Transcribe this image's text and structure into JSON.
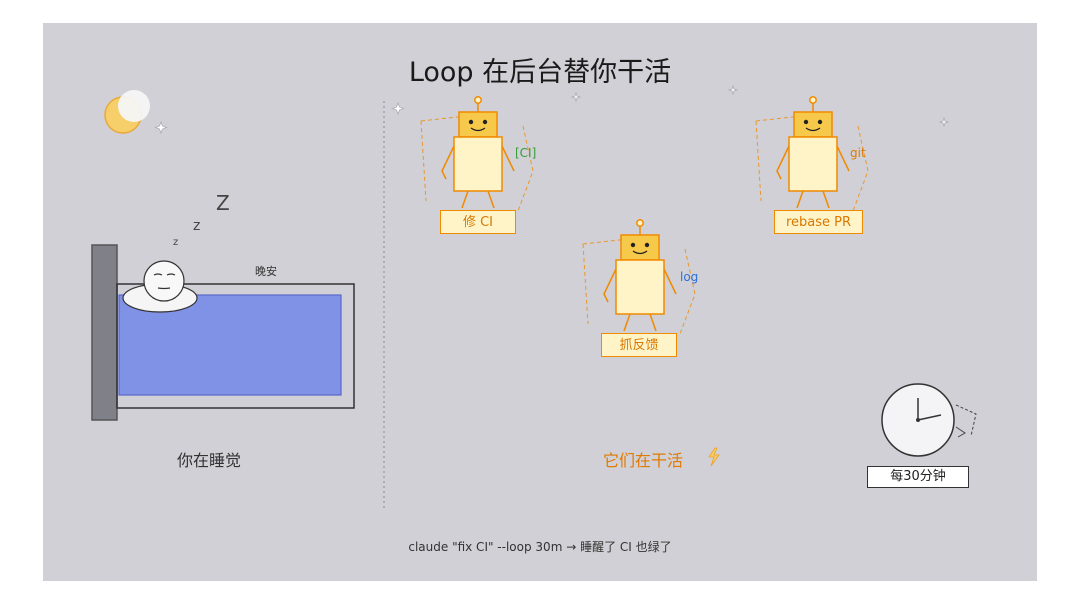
{
  "title": "Loop 在后台替你干活",
  "left_panel": {
    "caption": "你在睡觉",
    "bed_label": "晚安",
    "snore": [
      "Z",
      "z",
      "z"
    ]
  },
  "right_panel": {
    "caption": "它们在干活",
    "caption_icon": "lightning-icon",
    "robots": [
      {
        "task": "修 CI",
        "note": "[CI]",
        "note_color": "#3a9a3a"
      },
      {
        "task": "rebase PR",
        "note": "git",
        "note_color": "#e07a00"
      },
      {
        "task": "抓反馈",
        "note": "log",
        "note_color": "#3070d8"
      }
    ]
  },
  "timer": {
    "label": "每30分钟"
  },
  "tagline": "claude \"fix CI\" --loop 30m → 睡醒了 CI 也绿了",
  "colors": {
    "background": "#d0d0d6",
    "robot_fill": "#fff4c8",
    "robot_head": "#f7c94a",
    "robot_stroke": "#f08a00",
    "blanket": "#8092e6",
    "accent": "#f08a00"
  }
}
